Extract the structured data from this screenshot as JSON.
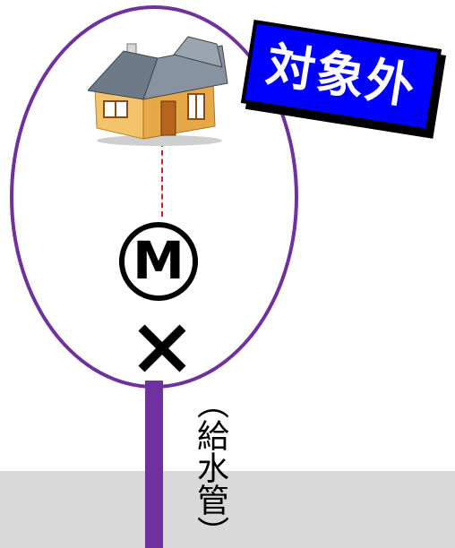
{
  "badge": {
    "label": "対象外"
  },
  "meter": {
    "symbol": "M"
  },
  "pipe": {
    "label": "（給水管）"
  },
  "icons": {
    "house": "house-icon",
    "cross": "cross-mark-icon"
  },
  "colors": {
    "boundary": "#7030a0",
    "pipe": "#7030a0",
    "badge_bg": "#0000ff",
    "badge_text": "#ffffff",
    "ground": "#d9d9d9",
    "dashed_line": "#e0192b"
  }
}
